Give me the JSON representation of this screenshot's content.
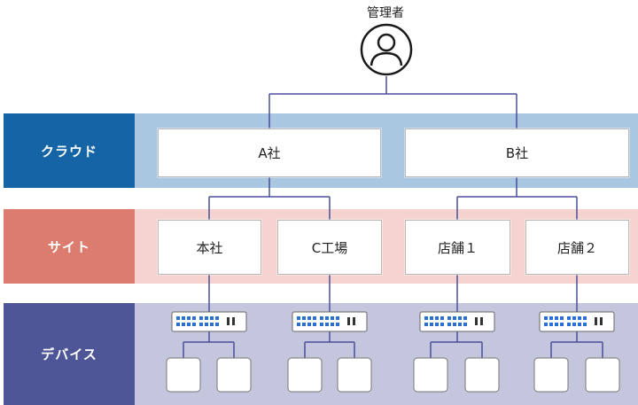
{
  "admin": {
    "label": "管理者",
    "icon": "admin-user-icon"
  },
  "rows": {
    "cloud": {
      "label": "クラウド",
      "label_color": "#1464a6",
      "band_color": "#a9c7e0"
    },
    "site": {
      "label": "サイト",
      "label_color": "#dc7c6e",
      "band_color": "#f5d3cf"
    },
    "device": {
      "label": "デバイス",
      "label_color": "#4e5697",
      "band_color": "#c4c6de"
    }
  },
  "cloud_nodes": [
    "A社",
    "B社"
  ],
  "site_nodes": [
    "本社",
    "C工場",
    "店舗１",
    "店舗２"
  ],
  "device_icons": {
    "switch": "network-switch-icon",
    "access_point": "access-point-icon"
  },
  "line_color": "#4a4e9a"
}
